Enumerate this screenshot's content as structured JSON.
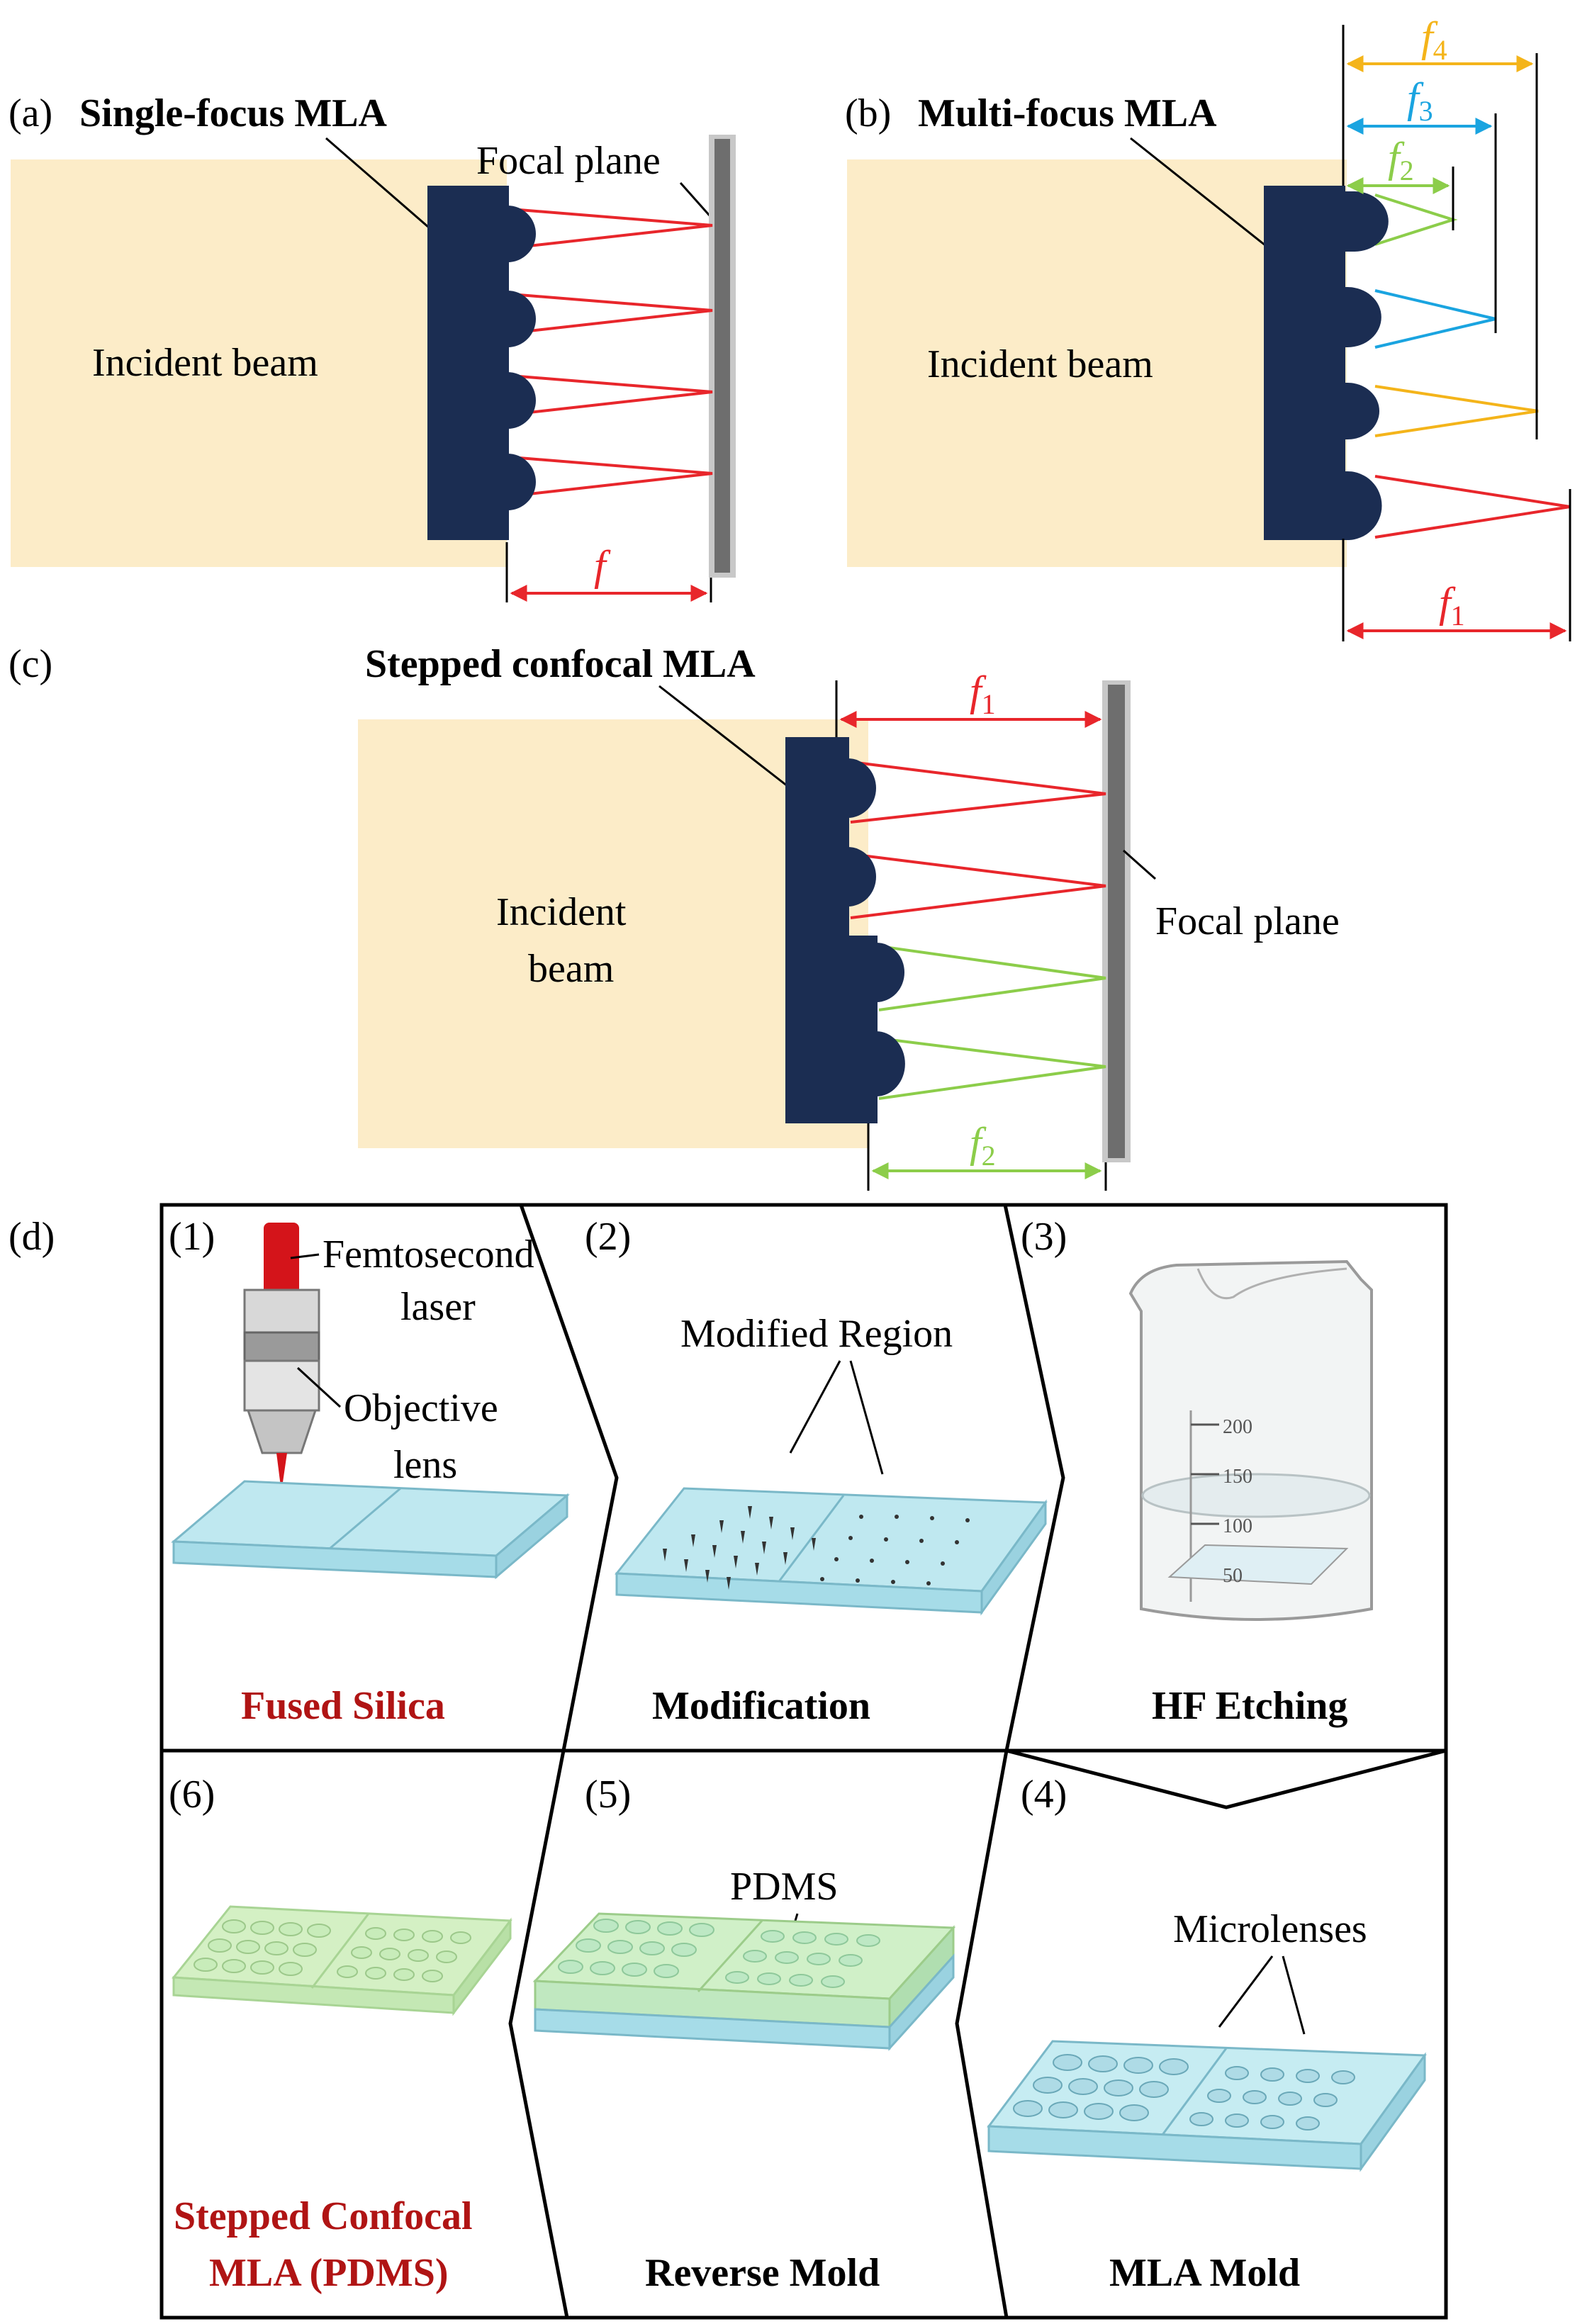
{
  "colors": {
    "beam": "#fcecc8",
    "lens": "#1b2d52",
    "red": "#e8262b",
    "green": "#8ccd4a",
    "blue": "#1aa4e0",
    "orange": "#f4b41a",
    "plane": "#6e6e6e",
    "plane_edge": "#c8c8c8",
    "glass": "#bfe8f0",
    "pdms": "#d4f0c4",
    "dark_red_text": "#b01414"
  },
  "panel_a": {
    "tag": "(a)",
    "title": "Single-focus MLA",
    "focal_plane": "Focal plane",
    "beam": "Incident beam",
    "focal_symbol": "f"
  },
  "panel_b": {
    "tag": "(b)",
    "title": "Multi-focus MLA",
    "beam": "Incident beam",
    "f4": "f",
    "f4_sub": "4",
    "f3": "f",
    "f3_sub": "3",
    "f2": "f",
    "f2_sub": "2",
    "f1": "f",
    "f1_sub": "1"
  },
  "panel_c": {
    "tag": "(c)",
    "title": "Stepped confocal MLA",
    "beam_line1": "Incident",
    "beam_line2": "beam",
    "focal_plane": "Focal plane",
    "f1": "f",
    "f1_sub": "1",
    "f2": "f",
    "f2_sub": "2"
  },
  "panel_d": {
    "tag": "(d)",
    "steps": [
      {
        "num": "(1)",
        "caption": "Fused Silica",
        "labels": [
          "Femtosecond",
          "laser",
          "Objective",
          "lens"
        ]
      },
      {
        "num": "(2)",
        "caption": "Modification",
        "labels": [
          "Modified Region"
        ]
      },
      {
        "num": "(3)",
        "caption": "HF Etching",
        "labels": [
          "200",
          "150",
          "100",
          "50"
        ]
      },
      {
        "num": "(4)",
        "caption": "MLA Mold",
        "labels": [
          "Microlenses"
        ]
      },
      {
        "num": "(5)",
        "caption": "Reverse Mold",
        "labels": [
          "PDMS"
        ]
      },
      {
        "num": "(6)",
        "caption_line1": "Stepped Confocal",
        "caption_line2": "MLA (PDMS)",
        "labels": []
      }
    ]
  }
}
